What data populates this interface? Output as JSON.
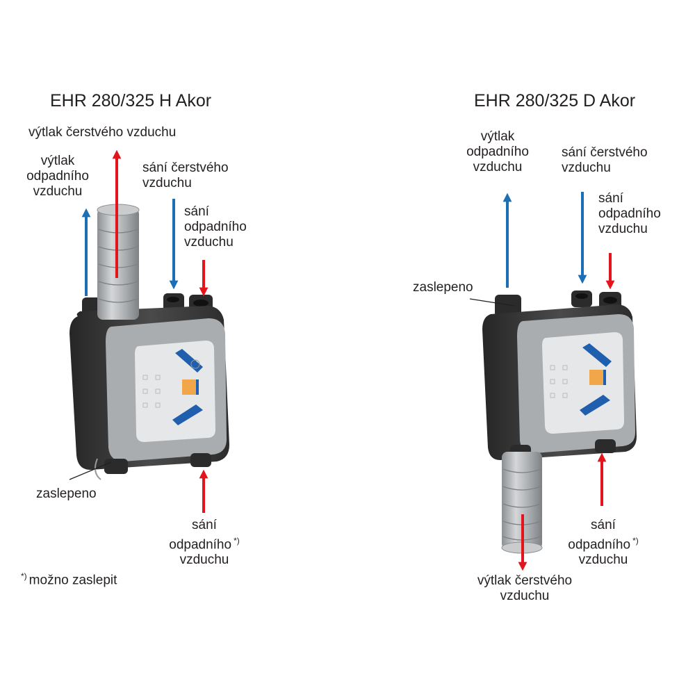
{
  "left": {
    "title": "EHR 280/325 H Akor",
    "labels": {
      "fresh_out": "výtlak čerstvého vzduchu",
      "waste_out_1": "výtlak",
      "waste_out_2": "odpadního",
      "waste_out_3": "vzduchu",
      "fresh_in_1": "sání čerstvého",
      "fresh_in_2": "vzduchu",
      "waste_in_top_1": "sání",
      "waste_in_top_2": "odpadního",
      "waste_in_top_3": "vzduchu",
      "blocked": "zaslepeno",
      "waste_in_bottom_1": "sání",
      "waste_in_bottom_2": "odpadního",
      "waste_in_bottom_3": "vzduchu",
      "asterisk": "*)"
    }
  },
  "right": {
    "title": "EHR 280/325 D Akor",
    "labels": {
      "waste_out_1": "výtlak",
      "waste_out_2": "odpadního",
      "waste_out_3": "vzduchu",
      "fresh_in_1": "sání čerstvého",
      "fresh_in_2": "vzduchu",
      "waste_in_top_1": "sání",
      "waste_in_top_2": "odpadního",
      "waste_in_top_3": "vzduchu",
      "blocked": "zaslepeno",
      "waste_in_bottom_1": "sání",
      "waste_in_bottom_2": "odpadního",
      "waste_in_bottom_3": "vzduchu",
      "fresh_out_1": "výtlak čerstvého",
      "fresh_out_2": "vzduchu",
      "asterisk": "*)"
    }
  },
  "footnote": {
    "mark": "*)",
    "text": "možno zaslepit"
  },
  "colors": {
    "blue_arrow": "#1d6fb5",
    "red_arrow": "#e3141b",
    "unit_body": "#3a3a3a",
    "unit_frame": "#a9adb0",
    "panel": "#e6e7e8",
    "duct": "#b5b8ba"
  }
}
